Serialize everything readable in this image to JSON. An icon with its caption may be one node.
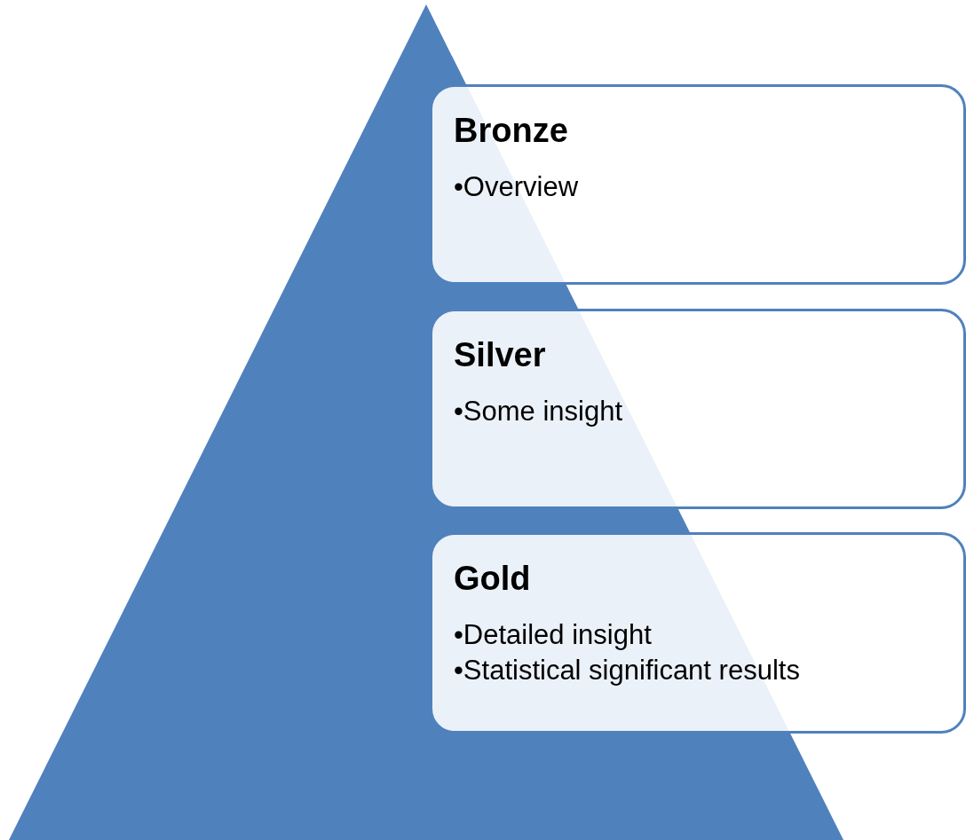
{
  "diagram": {
    "nodes": [
      {
        "text": [
          "Bronze",
          "•Overview"
        ]
      },
      {
        "text": [
          "Silver",
          "•Some insight"
        ]
      },
      {
        "text": [
          "Gold",
          "•Detailed insight",
          "•Statistical significant results"
        ]
      }
    ]
  }
}
